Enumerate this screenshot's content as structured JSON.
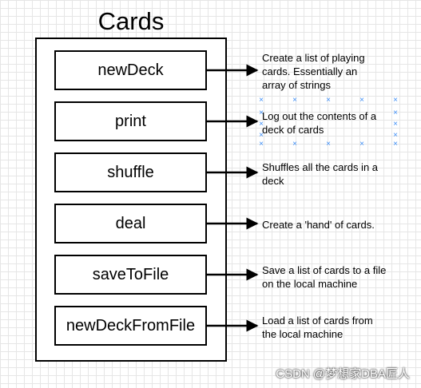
{
  "diagram": {
    "title": "Cards",
    "functions": [
      {
        "name": "newDeck",
        "description": "Create a list of playing\ncards.  Essentially an\narray of strings"
      },
      {
        "name": "print",
        "description": "Log out the contents of a\ndeck of cards"
      },
      {
        "name": "shuffle",
        "description": "Shuffles all the cards in a\ndeck"
      },
      {
        "name": "deal",
        "description": "Create a 'hand' of cards."
      },
      {
        "name": "saveToFile",
        "description": "Save a list of cards to a file\non the local machine"
      },
      {
        "name": "newDeckFromFile",
        "description": "Load a list of cards from\nthe local machine"
      }
    ],
    "selection_marker": "×",
    "selection_color": "#3e8ef7"
  },
  "watermark": "CSDN @梦想家DBA匠人"
}
